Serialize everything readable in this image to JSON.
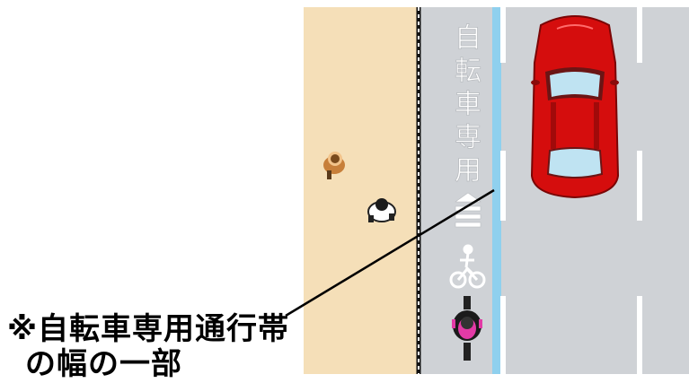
{
  "lane_marking": {
    "characters": [
      "自",
      "転",
      "車",
      "専",
      "用"
    ]
  },
  "caption": {
    "line1": "※自転車専用通行帯",
    "line2": "の幅の一部"
  },
  "colors": {
    "sidewalk": "#f5dfb8",
    "road": "#cfd2d6",
    "bike_lane_line": "#8fd0ee",
    "lane_marking": "#ffffff",
    "car": "#d50d0d",
    "bicycle_icon": "#ffffff"
  }
}
